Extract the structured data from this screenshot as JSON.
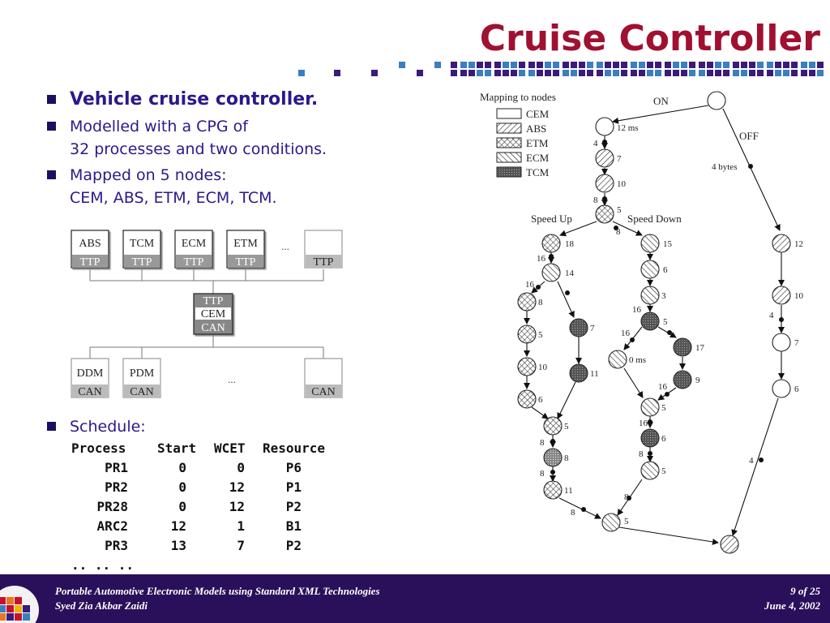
{
  "title": "Cruise Controller",
  "bullets": [
    {
      "text": "Vehicle cruise controller.",
      "style": "bold"
    },
    {
      "line1": "Modelled with a CPG of",
      "line2": "32 processes and two conditions."
    },
    {
      "line1": "Mapped on 5 nodes:",
      "line2": "CEM, ABS, ETM, ECM, TCM."
    }
  ],
  "architecture": {
    "top_nodes": [
      {
        "name": "ABS",
        "bus": "TTP"
      },
      {
        "name": "TCM",
        "bus": "TTP"
      },
      {
        "name": "ECM",
        "bus": "TTP"
      },
      {
        "name": "ETM",
        "bus": "TTP"
      },
      {
        "name": "",
        "bus": "TTP"
      }
    ],
    "top_ellipsis": "...",
    "gateway": {
      "top": "TTP",
      "mid": "CEM",
      "bottom": "CAN"
    },
    "bottom_nodes": [
      {
        "name": "DDM",
        "bus": "CAN"
      },
      {
        "name": "PDM",
        "bus": "CAN"
      },
      {
        "name": "",
        "bus": "CAN"
      }
    ],
    "bottom_ellipsis": "..."
  },
  "schedule": {
    "label": "Schedule:",
    "headers": [
      "Process",
      "Start",
      "WCET",
      "Resource"
    ],
    "rows": [
      [
        "PR1",
        "0",
        "0",
        "P6"
      ],
      [
        "PR2",
        "0",
        "12",
        "P1"
      ],
      [
        "PR28",
        "0",
        "12",
        "P2"
      ],
      [
        "ARC2",
        "12",
        "1",
        "B1"
      ],
      [
        "PR3",
        "13",
        "7",
        "P2"
      ]
    ],
    "ellipsis": ".. .. .."
  },
  "cpg": {
    "legend_title": "Mapping to nodes",
    "legend": [
      {
        "name": "CEM",
        "pattern": "plain"
      },
      {
        "name": "ABS",
        "pattern": "diag"
      },
      {
        "name": "ETM",
        "pattern": "cross"
      },
      {
        "name": "ECM",
        "pattern": "back"
      },
      {
        "name": "TCM",
        "pattern": "dark"
      }
    ],
    "edge_labels": {
      "on": "ON",
      "off": "OFF",
      "four_bytes": "4 bytes",
      "twelve_ms": "12 ms",
      "speed_up": "Speed Up",
      "speed_down": "Speed Down",
      "zero_ms": "0 ms"
    },
    "node_labels": [
      "7",
      "10",
      "5",
      "18",
      "15",
      "14",
      "6",
      "8",
      "3",
      "5",
      "7",
      "5",
      "17",
      "10",
      "11",
      "9",
      "6",
      "5",
      "5",
      "6",
      "8",
      "5",
      "11",
      "5",
      "12",
      "10",
      "7",
      "6"
    ],
    "edge_weights": [
      "4",
      "8",
      "8",
      "16",
      "16",
      "16",
      "16",
      "16",
      "16",
      "8",
      "8",
      "8",
      "8",
      "8",
      "4",
      "4"
    ]
  },
  "footer": {
    "line1": "Portable Automotive Electronic Models using Standard XML Technologies",
    "line2": "Syed Zia Akbar Zaidi",
    "page": "9  of  25",
    "date": "June 4, 2002"
  },
  "colors": {
    "title": "#a01030",
    "bullet_text": "#2a1a8a",
    "footer_bg": "#2a105a",
    "decor_blue": "#3a7fc0",
    "decor_purple": "#3a1a7a"
  }
}
